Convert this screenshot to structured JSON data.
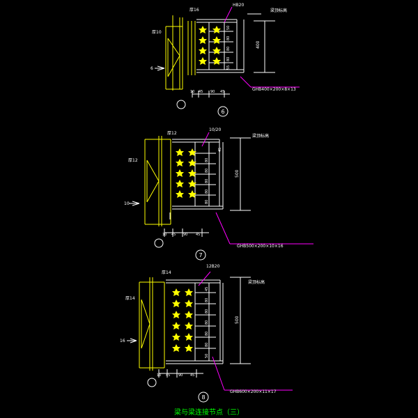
{
  "colors": {
    "background": "#000000",
    "column_lines": "#ffff00",
    "beam_lines": "#ffffff",
    "bolts": "#ffff00",
    "dimension": "#ffffff",
    "leaders": "#ff00ff",
    "title": "#00ff00"
  },
  "detail_6": {
    "callout": "6",
    "col_thickness": "厚10",
    "top_thickness": "厚16",
    "stiffener": "HB20",
    "beam_top_note": "梁顶标高",
    "beam_height": "400",
    "spacing_labels": [
      "50",
      "80",
      "80",
      "80",
      "55"
    ],
    "weld_size": "6",
    "bottom_dims": [
      "10",
      "45",
      "90",
      "45"
    ],
    "section": "GHB400×200×8×13"
  },
  "detail_7": {
    "callout": "7",
    "col_thickness": "厚12",
    "top_thickness": "厚12",
    "stiffener": "10/20",
    "beam_top_note": "梁顶标高",
    "beam_height": "500",
    "spacing_labels": [
      "45",
      "80",
      "80",
      "80",
      "80",
      "80"
    ],
    "weld_size": "10",
    "bottom_dims": [
      "10",
      "45",
      "90",
      "45"
    ],
    "section": "GHB500×200×10×16"
  },
  "detail_8": {
    "callout": "8",
    "col_thickness": "厚14",
    "top_thickness": "厚14",
    "stiffener": "12B20",
    "beam_top_note": "梁顶标高",
    "beam_height": "500",
    "spacing_labels": [
      "45",
      "80",
      "80",
      "80",
      "80",
      "80",
      "50"
    ],
    "weld_size": "16",
    "bottom_dims": [
      "10",
      "45",
      "90",
      "45"
    ],
    "section": "GHB600×200×11×17"
  },
  "title": "梁与梁连接节点（三）"
}
